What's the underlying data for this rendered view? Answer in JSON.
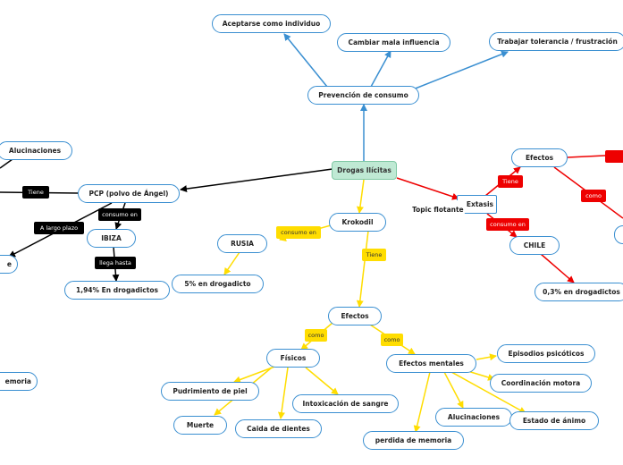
{
  "colors": {
    "blue": "#3a8fd1",
    "black": "#000000",
    "yellow": "#ffdd00",
    "red": "#ee0000",
    "center_fill": "#bfe9d4"
  },
  "nodes": {
    "center": "Drogas Ilícitas",
    "prevencion": "Prevención de consumo",
    "aceptarse": "Aceptarse como individuo",
    "cambiar": "Cambiar mala influencia",
    "trabajar": "Trabajar tolerancia / frustración",
    "pcp": "PCP (polvo de Ángel)",
    "alucinaciones_left": "Alucinaciones",
    "ibiza": "IBIZA",
    "ibiza_pct": "1,94% En drogadictos",
    "memoria_left": "emoria",
    "e_left": "e",
    "krokodil": "Krokodil",
    "rusia": "RUSIA",
    "rusia_pct": "5% en drogadicto",
    "efectos_k": "Efectos",
    "fisicos": "Físicos",
    "podrimiento": "Pudrimiento de piel",
    "muerte": "Muerte",
    "caida": "Caida de dientes",
    "intoxicacion": "Intoxicación de sangre",
    "mentales": "Efectos mentales",
    "episodios": "Episodios psicóticos",
    "coordinacion": "Coordinación motora",
    "alucinaciones_m": "Alucinaciones",
    "estado": "Estado de ánimo",
    "perdida": "perdida de memoria",
    "extasis": "Extasis",
    "topic": "Topic flotante",
    "efectos_e": "Efectos",
    "chile": "CHILE",
    "chile_pct": "0,3% en drogadictos"
  },
  "tags": {
    "tiene_pcp": "Tiene",
    "largo_plazo": "A largo plazo",
    "consumo_en_pcp": "consumo en",
    "llega_hasta": "llega hasta",
    "consumo_en_k": "consumo en",
    "tiene_k": "Tiene",
    "como_fis": "como",
    "como_men": "como",
    "tiene_e": "Tiene",
    "consumo_en_e": "consumo en",
    "como_e": "como"
  }
}
